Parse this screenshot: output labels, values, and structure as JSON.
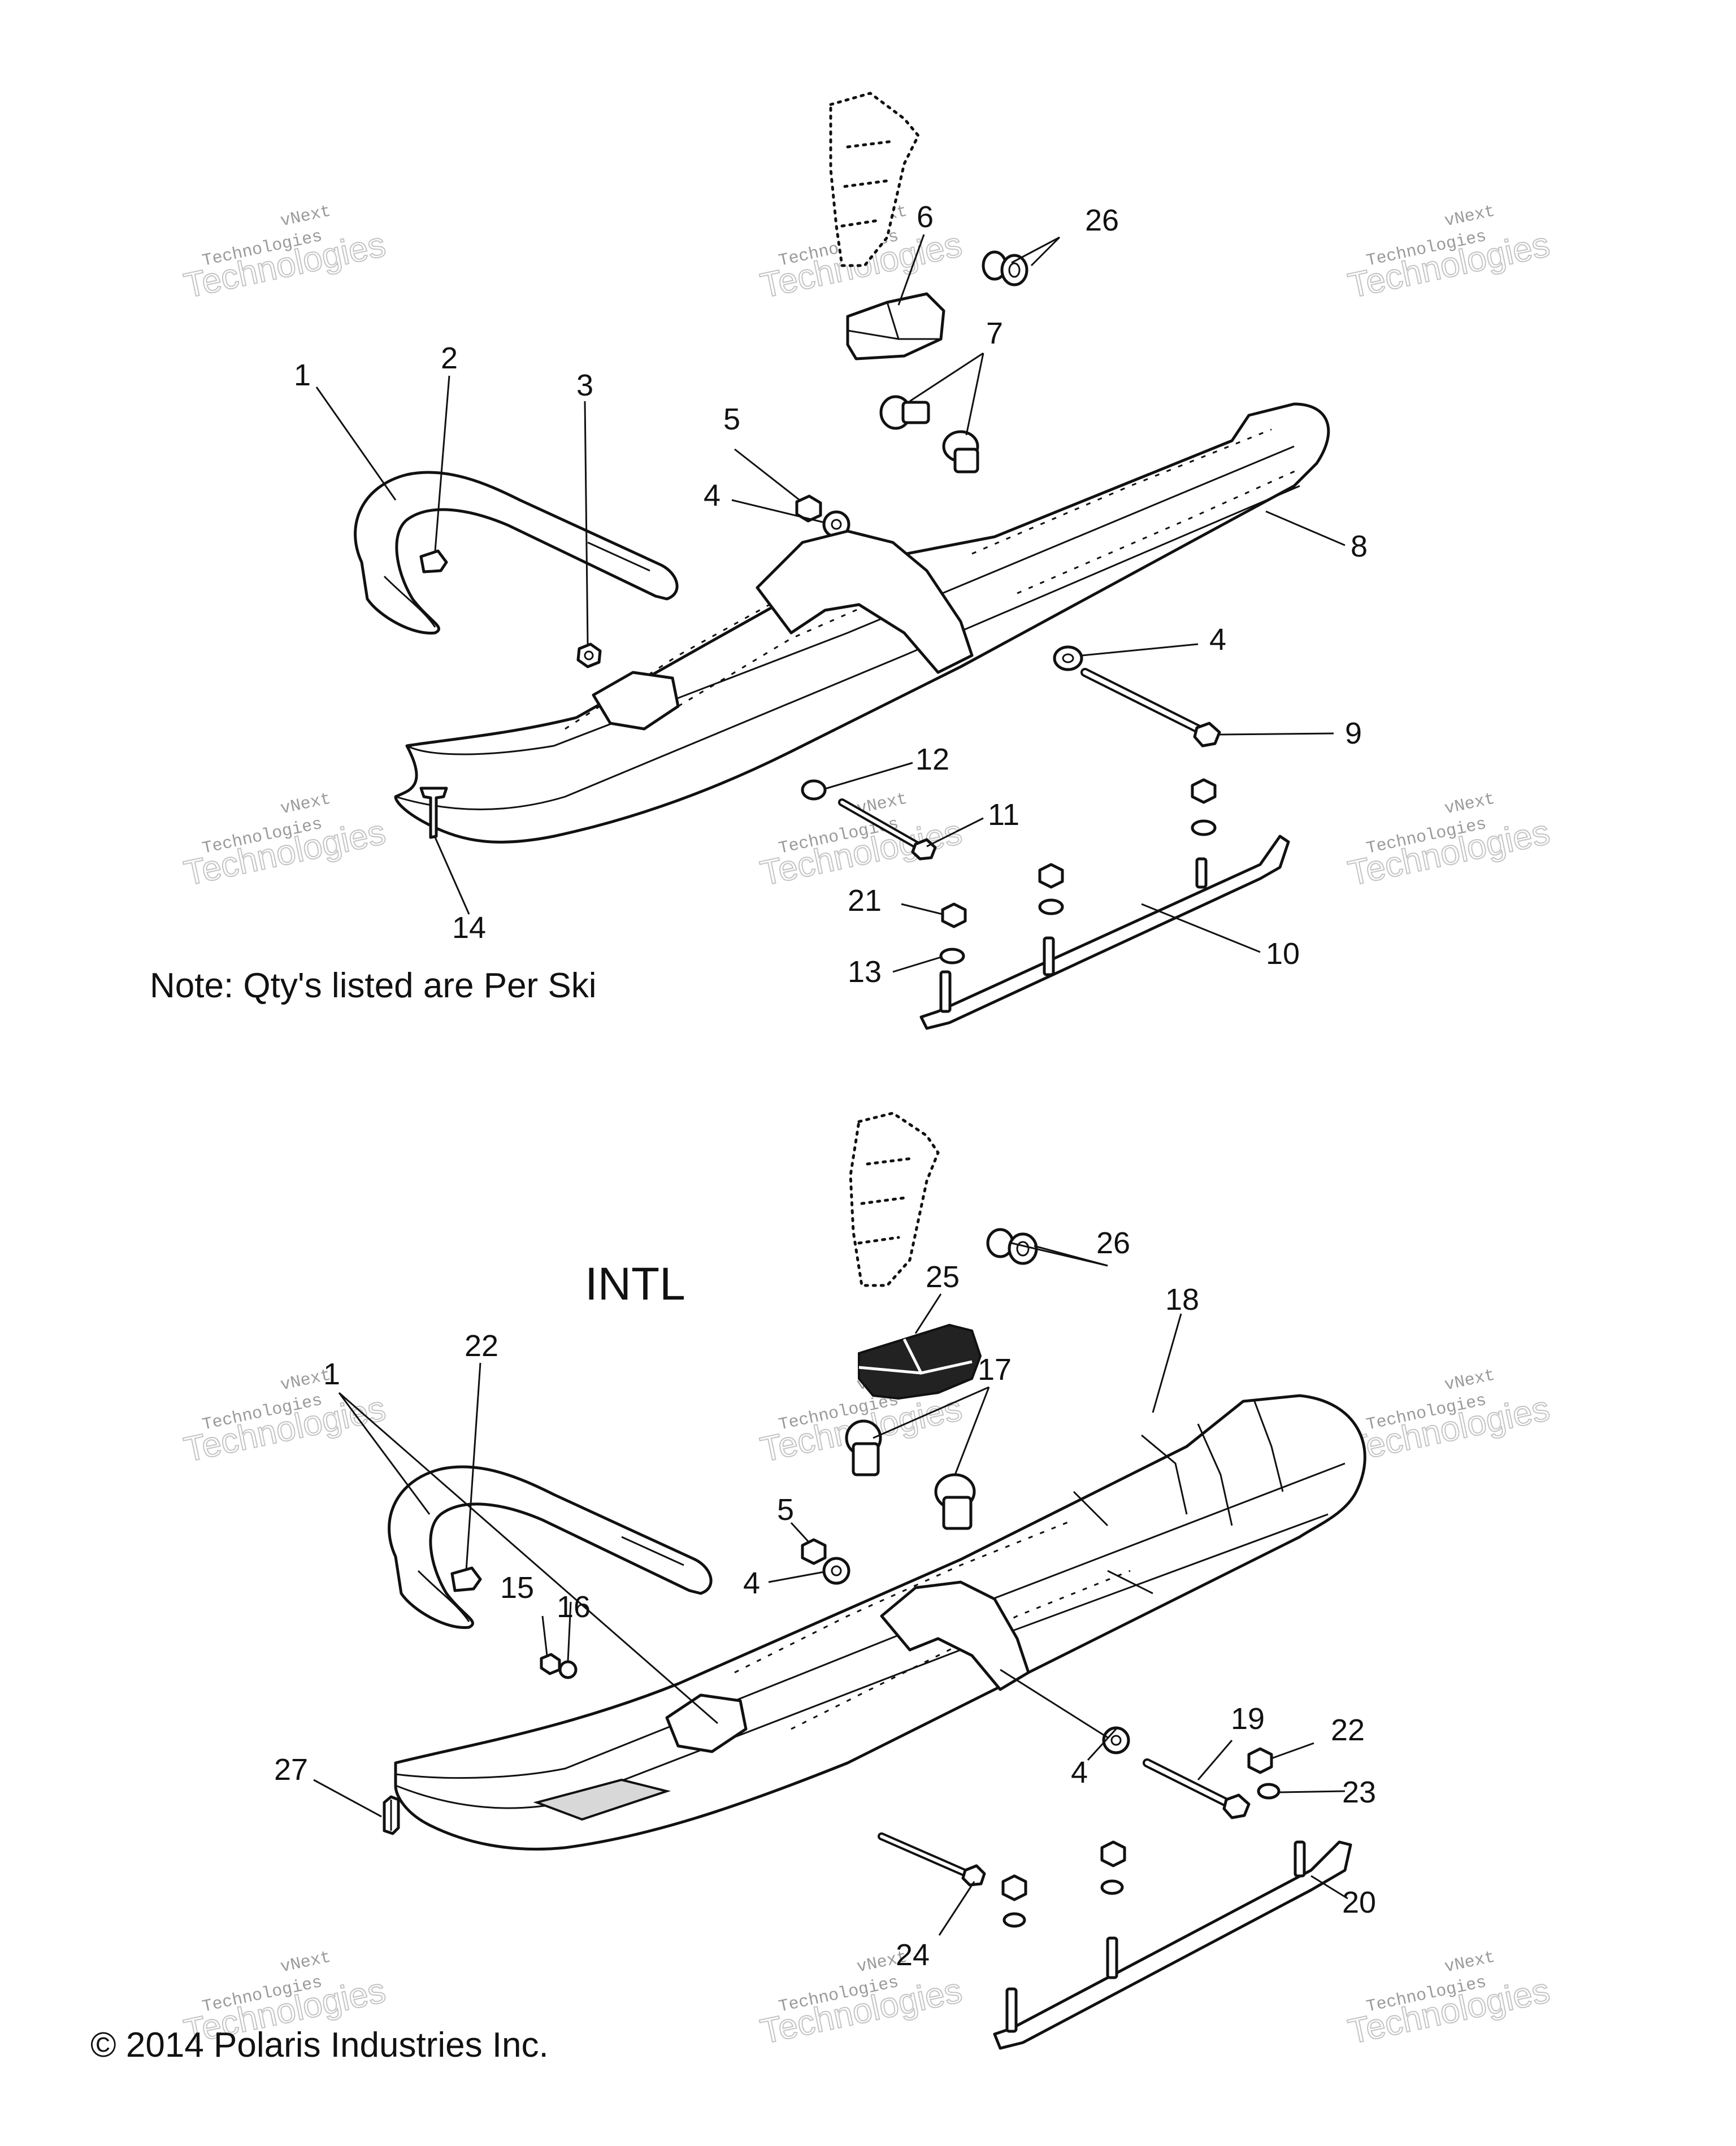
{
  "note": "Note: Qty's listed are Per Ski",
  "section_title": "INTL",
  "copyright": "© 2014 Polaris Industries Inc.",
  "watermark": {
    "line1": "vNext",
    "line2": "Technologies",
    "line3": "Technologies"
  },
  "callouts_top": [
    "1",
    "2",
    "3",
    "4",
    "5",
    "6",
    "7",
    "8",
    "4",
    "9",
    "12",
    "11",
    "21",
    "13",
    "10",
    "14",
    "26"
  ],
  "callouts_bottom": [
    "1",
    "22",
    "15",
    "16",
    "27",
    "5",
    "4",
    "17",
    "25",
    "26",
    "18",
    "19",
    "22",
    "23",
    "4",
    "20",
    "24"
  ]
}
